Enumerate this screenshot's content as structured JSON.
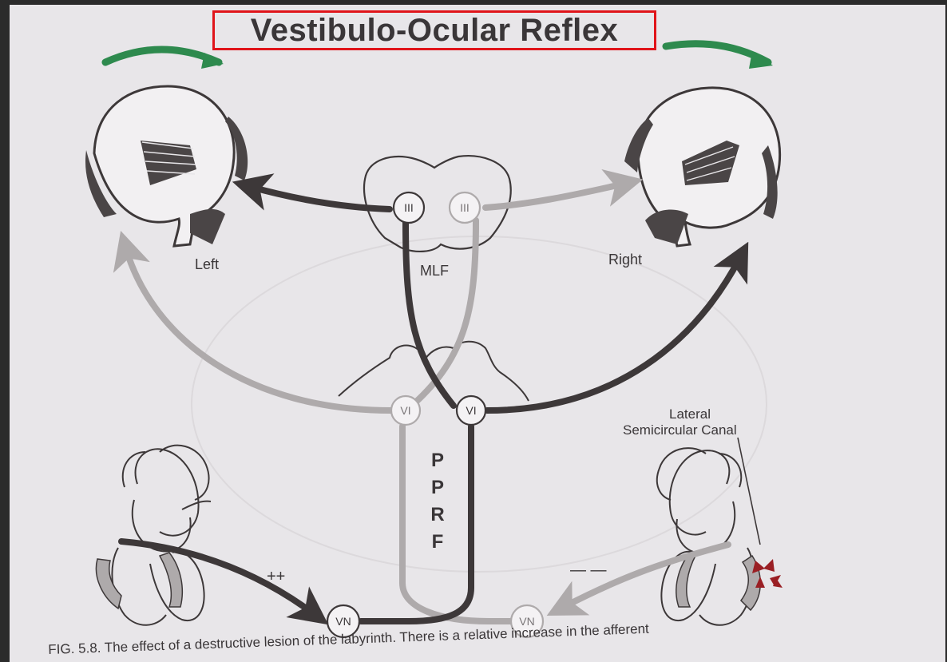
{
  "title": "Vestibulo-Ocular Reflex",
  "labels": {
    "left": "Left",
    "right": "Right",
    "mlf": "MLF",
    "lateral_canal_line1": "Lateral",
    "lateral_canal_line2": "Semicircular Canal",
    "plus": "++",
    "minus": "— —"
  },
  "nuclei": {
    "iii_left": "III",
    "iii_right": "III",
    "vi_left": "VI",
    "vi_right": "VI",
    "vn_left": "VN",
    "vn_right": "VN"
  },
  "pprf_letters": [
    "P",
    "P",
    "R",
    "F"
  ],
  "caption": "FIG. 5.8. The effect of a destructive lesion of the labyrinth. There is a relative increase in the afferent",
  "colors": {
    "dark_pathway": "#3d3839",
    "light_pathway": "#aeaaab",
    "head_turn_arrow": "#2e8a4e",
    "lesion_marker": "#9a1f24",
    "title_box": "#e0141a"
  },
  "icons": [
    "head-turn-arrow-icon",
    "eyeball-icon",
    "inner-ear-icon",
    "lesion-marker-icon"
  ]
}
